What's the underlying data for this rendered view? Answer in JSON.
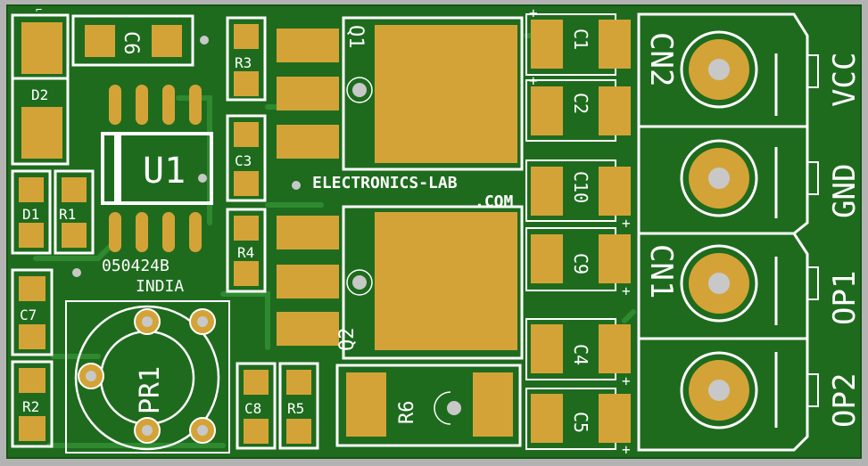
{
  "colors": {
    "background": "#b3b3b3",
    "board": "#1e6b1e",
    "trace": "#2f8a2f",
    "pad": "#d4a337",
    "silk": "#ffffff",
    "via": "#c8c8c8"
  },
  "silkscreen": {
    "brand_line1": "ELECTRONICS-LAB",
    "brand_line2": ".COM",
    "date_code": "050424B",
    "origin": "INDIA"
  },
  "components": {
    "D2": "D2",
    "C6": "C6",
    "R3": "R3",
    "Q1": "Q1",
    "C1": "C1",
    "C2": "C2",
    "CN2": "CN2",
    "VCC": "VCC",
    "U1": "U1",
    "C3": "C3",
    "GND": "GND",
    "C10": "C10",
    "D1": "D1",
    "R1": "R1",
    "R4": "R4",
    "C9": "C9",
    "CN1": "CN1",
    "OP1": "OP1",
    "C7": "C7",
    "Q2": "Q2",
    "C4": "C4",
    "PR1": "PR1",
    "R6": "R6",
    "R2": "R2",
    "C8": "C8",
    "R5": "R5",
    "C5": "C5",
    "OP2": "OP2"
  },
  "polarity_mark": "+"
}
